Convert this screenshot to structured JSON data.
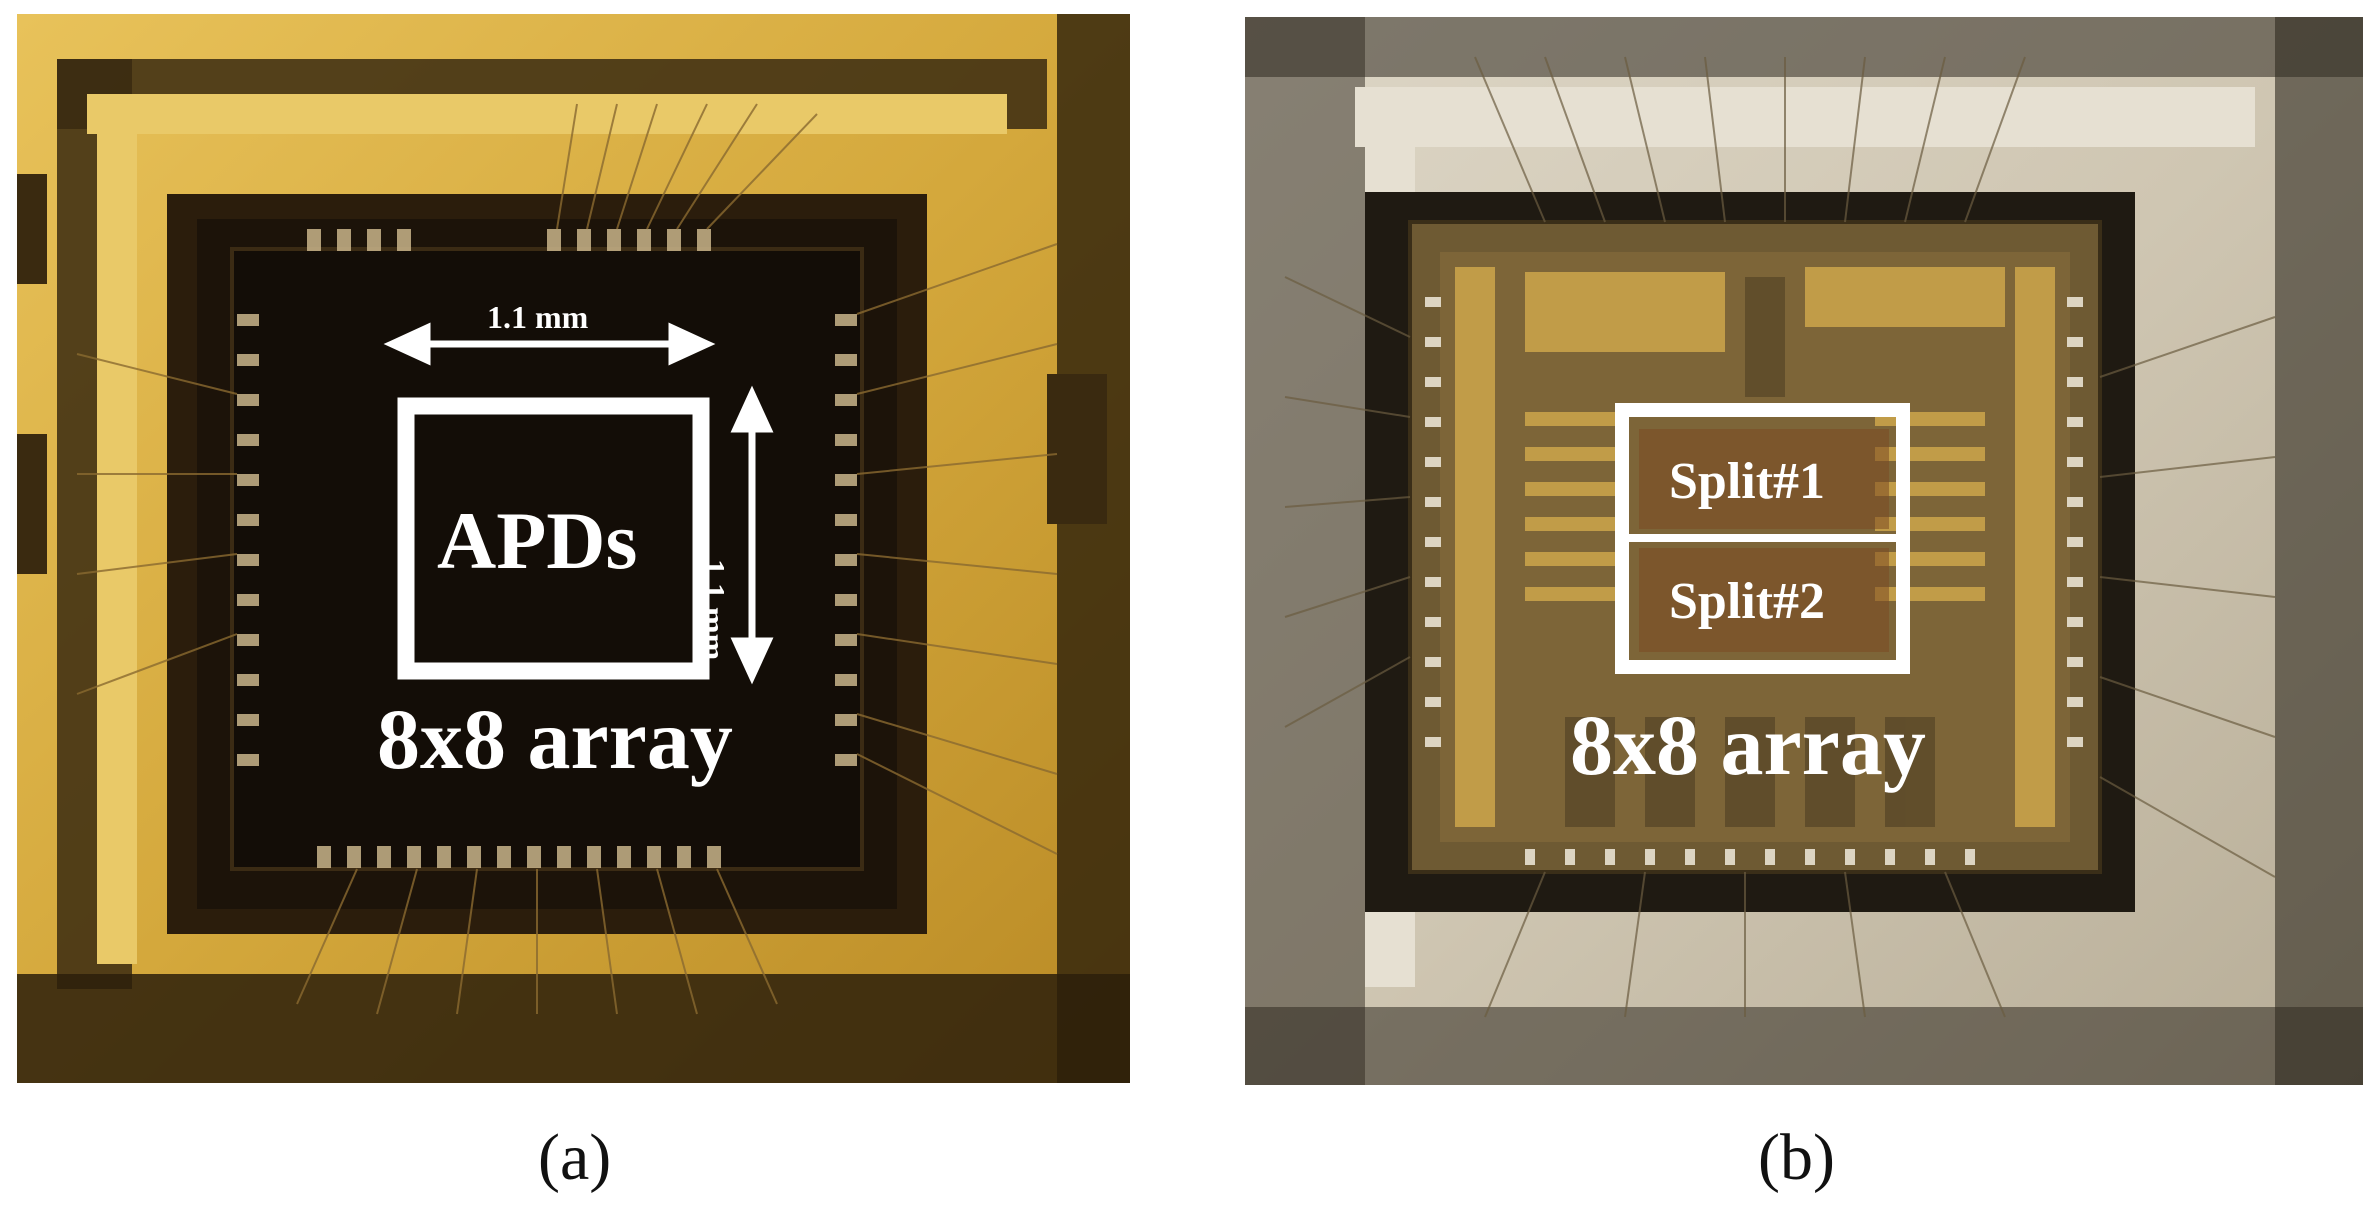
{
  "panel_a": {
    "caption": "(a)",
    "dimension_horizontal": "1.1 mm",
    "dimension_vertical": "1.1 mm",
    "box_label": "APDs",
    "array_label": "8x8 array"
  },
  "panel_b": {
    "caption": "(b)",
    "split1_label": "Split#1",
    "split2_label": "Split#2",
    "array_label": "8x8 array"
  }
}
